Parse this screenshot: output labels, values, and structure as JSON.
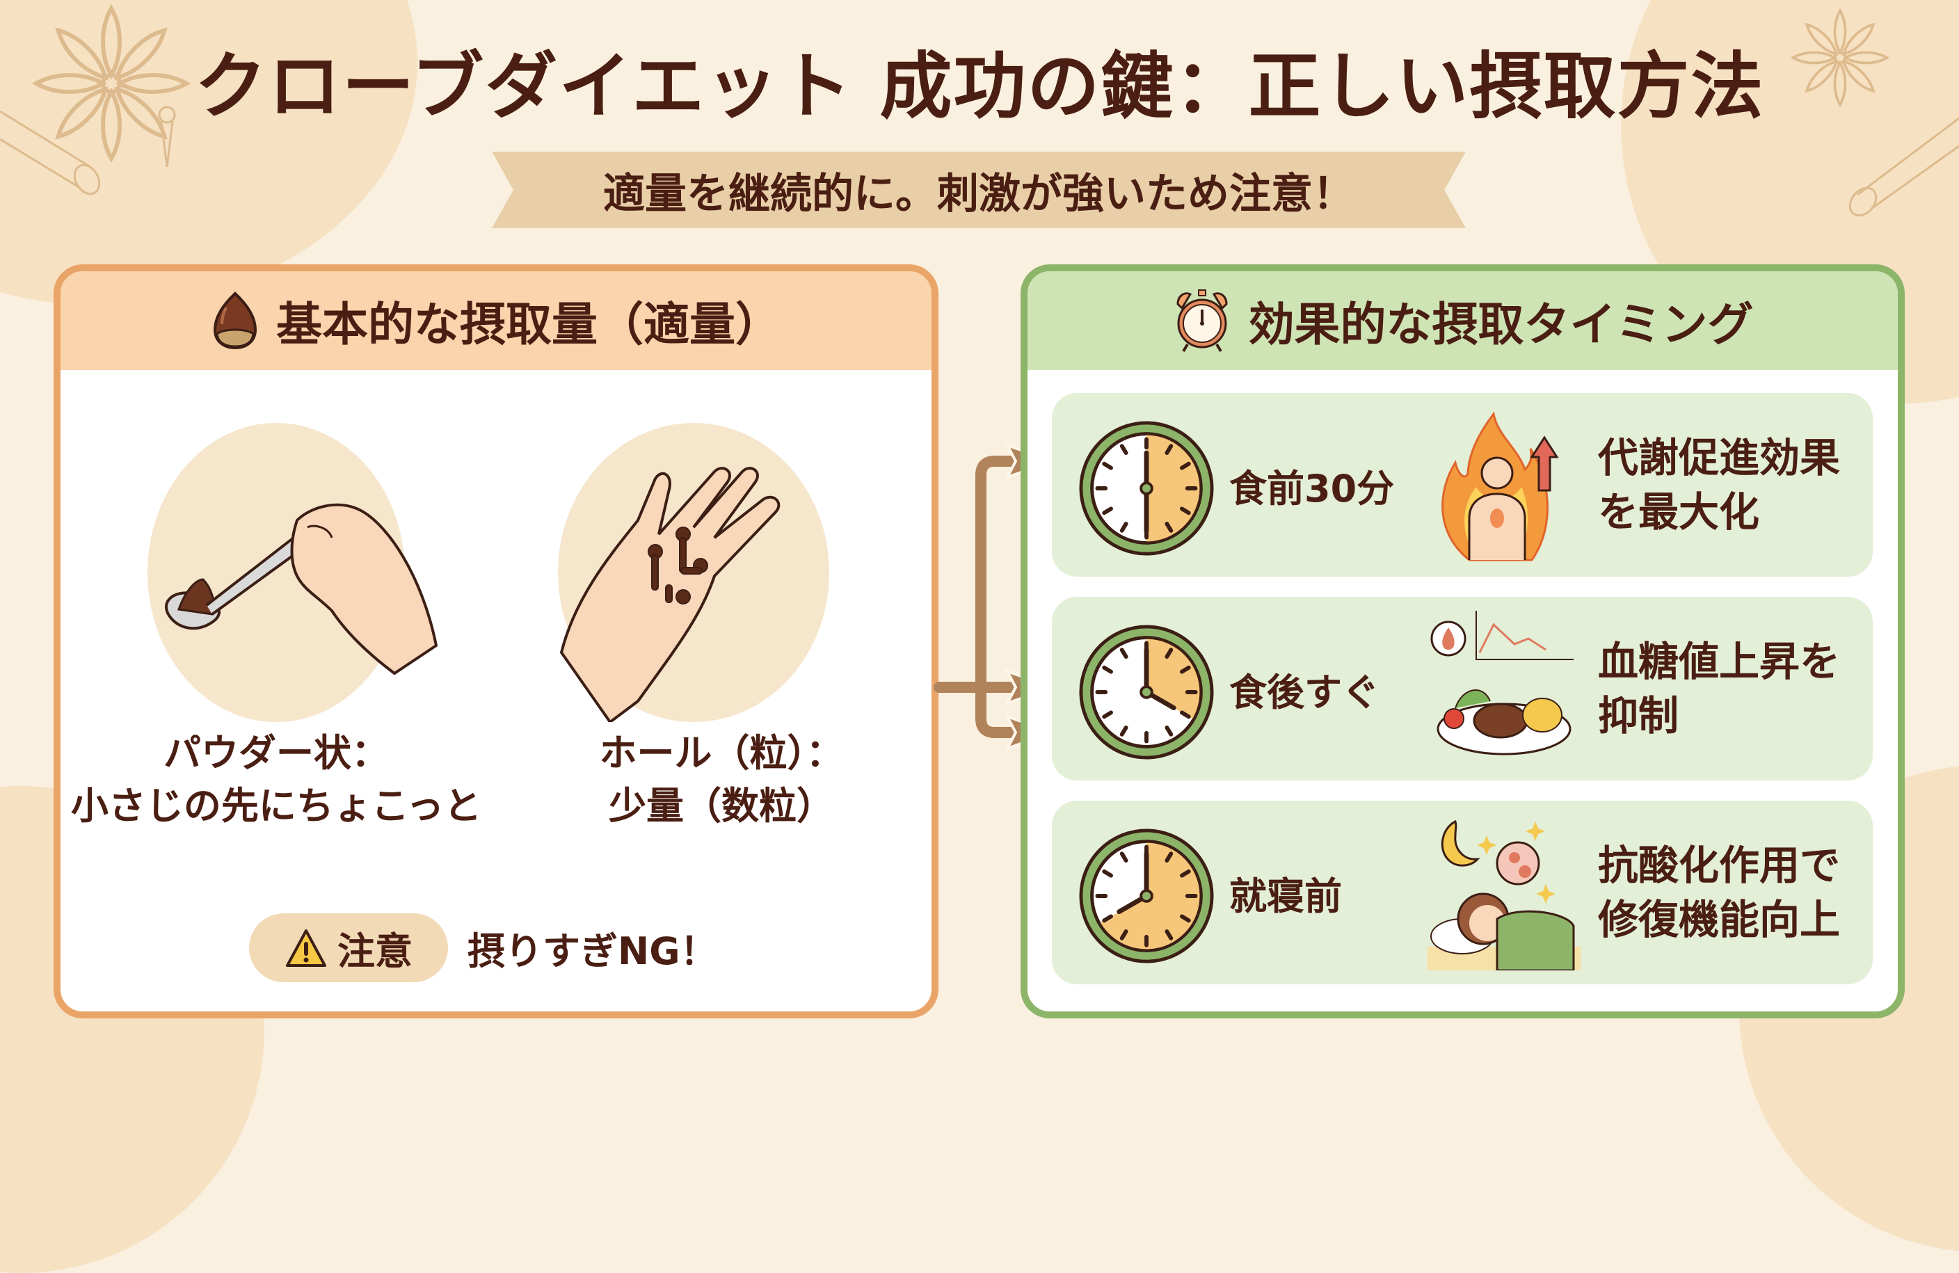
{
  "title": "クローブダイエット 成功の鍵：正しい摂取方法",
  "subtitle": "適量を継続的に。刺激が強いため注意！",
  "colors": {
    "background": "#FAF0DF",
    "text_dark": "#4A1E12",
    "ribbon": "#E8CFA8",
    "left_border": "#E9A468",
    "left_header": "#FAD4AC",
    "right_border": "#8DB56A",
    "right_header": "#CFE4B5",
    "card_fill": "#E3EFD6",
    "arrow": "#B0835A",
    "clock_fill": "#F6C67A",
    "warning_yellow": "#F7C844"
  },
  "left_panel": {
    "icon": "chestnut-icon",
    "heading": "基本的な摂取量（適量）",
    "items": [
      {
        "icon": "spoon-powder-illustration",
        "label_line1": "パウダー状：",
        "label_line2": "小さじの先にちょこっと"
      },
      {
        "icon": "hand-cloves-illustration",
        "label_line1": "ホール（粒）：",
        "label_line2": "少量（数粒）"
      }
    ],
    "warning": {
      "icon": "warning-icon",
      "badge": "注意",
      "text": "摂りすぎNG！"
    }
  },
  "right_panel": {
    "icon": "alarm-clock-icon",
    "heading": "効果的な摂取タイミング",
    "cards": [
      {
        "clock": "clock-12-00-icon",
        "timing": "食前30分",
        "effect_icon": "fire-body-metabolism-icon",
        "effect_line1": "代謝促進効果",
        "effect_line2": "を最大化"
      },
      {
        "clock": "clock-4-00-icon",
        "timing": "食後すぐ",
        "effect_icon": "blood-sugar-meal-icon",
        "effect_line1": "血糖値上昇を",
        "effect_line2": "抑制"
      },
      {
        "clock": "clock-8-00-icon",
        "timing": "就寝前",
        "effect_icon": "sleeping-night-icon",
        "effect_line1": "抗酸化作用で",
        "effect_line2": "修復機能向上"
      }
    ]
  }
}
